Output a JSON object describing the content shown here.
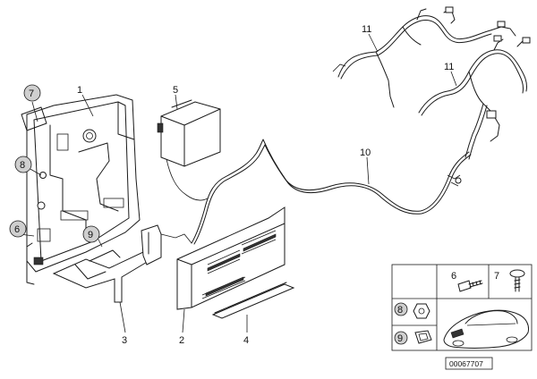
{
  "diagram": {
    "callouts": {
      "c1": "1",
      "c2": "2",
      "c3": "3",
      "c4": "4",
      "c5": "5",
      "c6a": "6",
      "c7a": "7",
      "c8a": "8",
      "c9a": "9",
      "c10": "10",
      "c11a": "11",
      "c11b": "11"
    },
    "legend": {
      "item_6": "6",
      "item_7": "7",
      "item_8": "8",
      "item_9": "9"
    },
    "diagram_id": "00067707"
  }
}
